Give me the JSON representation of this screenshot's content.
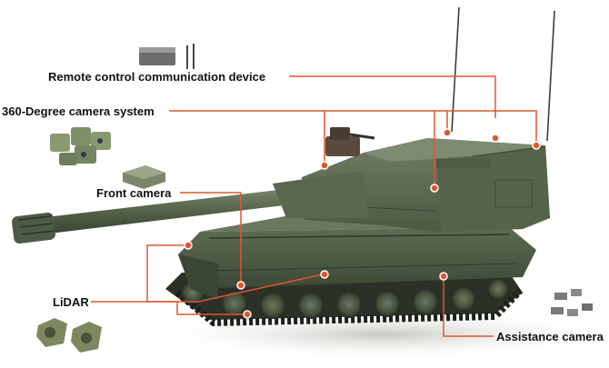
{
  "labels": {
    "remote": "Remote control communication device",
    "camera360": "360-Degree camera system",
    "front": "Front camera",
    "lidar": "LiDAR",
    "assistance": "Assistance camera"
  },
  "colors": {
    "leader": "#e2562c",
    "hull": "#4a5a42",
    "hull_dark": "#323d2c",
    "hull_light": "#6b7a60",
    "track": "#2a2e26",
    "marker": "#e2562c"
  }
}
